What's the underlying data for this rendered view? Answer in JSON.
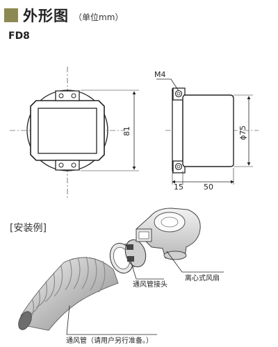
{
  "header": {
    "title": "外形图",
    "unit": "（单位mm）"
  },
  "model": "FD8",
  "dimensions": {
    "front_height": "81",
    "screw_label": "M4",
    "flange_width": "15",
    "body_length": "50",
    "diameter": "ϕ75"
  },
  "install": {
    "section_label": "[安装例]",
    "callouts": {
      "duct_connector": "通风管接头",
      "fan": "离心式风扇",
      "duct": "通风管（请用户另行准备。）"
    }
  },
  "colors": {
    "title_square": "#8c8a52",
    "line": "#222222"
  }
}
